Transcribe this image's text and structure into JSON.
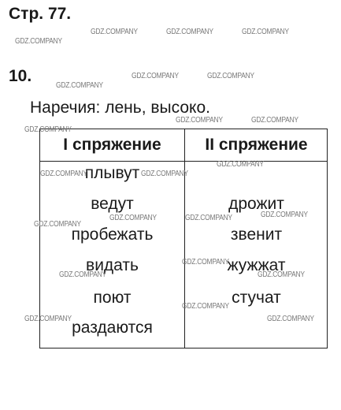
{
  "header": {
    "page_label": "Стр. 77."
  },
  "exercise": {
    "number": "10.",
    "adverbs_line": "Наречия: лень, высоко."
  },
  "table": {
    "columns": [
      "I спряжение",
      "II спряжение"
    ],
    "first_conjugation": [
      "плывут",
      "ведут",
      "пробежать",
      "видать",
      "поют",
      "раздаются"
    ],
    "second_conjugation": [
      "",
      "дрожит",
      "звенит",
      "жужжат",
      "стучат",
      ""
    ]
  },
  "watermark": {
    "text": "GDZ.COMPANY"
  }
}
